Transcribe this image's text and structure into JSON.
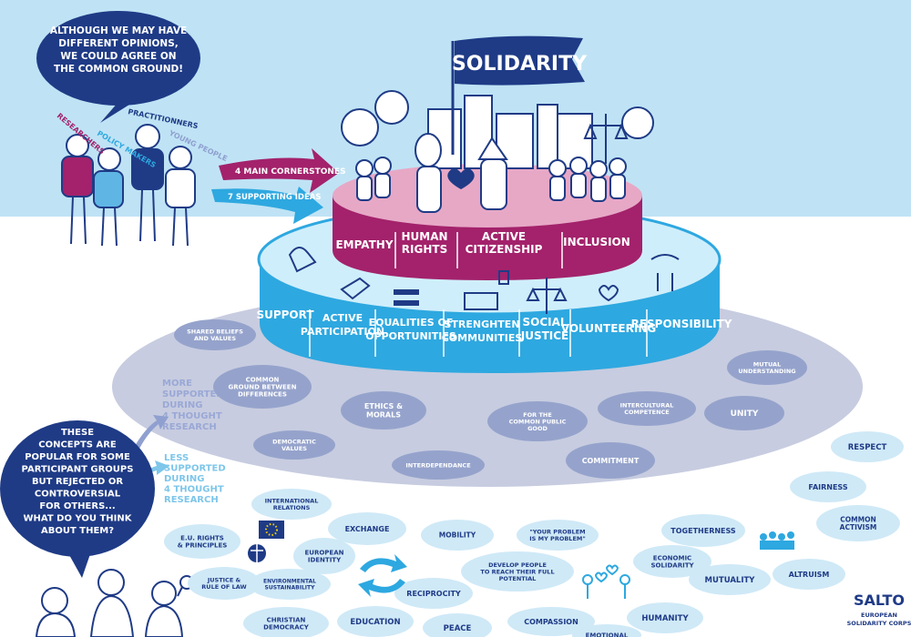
{
  "title": "SOLIDARITY",
  "intro_bubble": {
    "lines": [
      "ALTHOUGH WE MAY HAVE",
      "DIFFERENT OPINIONS,",
      "WE COULD AGREE ON",
      "THE COMMON GROUND!"
    ]
  },
  "people_labels": {
    "researchers": "RESEARCHERS",
    "policy_makers": "POLICY MAKERS",
    "practitioners": "PRACTITIONNERS",
    "young_people": "YOUNG PEOPLE"
  },
  "arrows": {
    "main": "4 MAIN CORNERSTONES",
    "supporting": "7 SUPPORTING IDEAS"
  },
  "cornerstones": [
    {
      "lines": [
        "EMPATHY"
      ]
    },
    {
      "lines": [
        "HUMAN",
        "RIGHTS"
      ]
    },
    {
      "lines": [
        "ACTIVE",
        "CITIZENSHIP"
      ]
    },
    {
      "lines": [
        "INCLUSION"
      ]
    }
  ],
  "supporting": [
    {
      "lines": [
        "SUPPORT"
      ]
    },
    {
      "lines": [
        "ACTIVE",
        "PARTICIPATION"
      ]
    },
    {
      "lines": [
        "EQUALITIES OF",
        "OPPORTUNITIES"
      ]
    },
    {
      "lines": [
        "STRENGHTEN",
        "COMMUNITIES"
      ]
    },
    {
      "lines": [
        "SOCIAL",
        "JUSTICE"
      ]
    },
    {
      "lines": [
        "VOLUNTEERING"
      ]
    },
    {
      "lines": [
        "RESPONSIBILITY"
      ]
    }
  ],
  "more_supported": [
    "MORE",
    "SUPPORTED",
    "DURING",
    "4 THOUGHT",
    "RESEARCH"
  ],
  "less_supported": [
    "LESS",
    "SUPPORTED",
    "DURING",
    "4 THOUGHT",
    "RESEARCH"
  ],
  "question_bubble": {
    "lines": [
      "THESE",
      "CONCEPTS ARE",
      "POPULAR FOR SOME",
      "PARTICIPANT GROUPS",
      "BUT REJECTED OR",
      "CONTROVERSIAL",
      "FOR OTHERS...",
      "WHAT DO YOU THINK",
      "ABOUT THEM?"
    ]
  },
  "dark_ovals": [
    {
      "lines": [
        "SHARED BELIEFS",
        "AND VALUES"
      ]
    },
    {
      "lines": [
        "COMMON",
        "GROUND BETWEEN",
        "DIFFERENCES"
      ]
    },
    {
      "lines": [
        "ETHICS &",
        "MORALS"
      ]
    },
    {
      "lines": [
        "FOR THE",
        "COMMON PUBLIC",
        "GOOD"
      ]
    },
    {
      "lines": [
        "INTERCULTURAL",
        "COMPETENCE"
      ]
    },
    {
      "lines": [
        "MUTUAL",
        "UNDERSTANDING"
      ]
    },
    {
      "lines": [
        "UNITY"
      ]
    },
    {
      "lines": [
        "DEMOCRATIC",
        "VALUES"
      ]
    },
    {
      "lines": [
        "INTERDEPENDANCE"
      ]
    },
    {
      "lines": [
        "COMMITMENT"
      ]
    }
  ],
  "light_ovals": [
    {
      "lines": [
        "RESPECT"
      ]
    },
    {
      "lines": [
        "FAIRNESS"
      ]
    },
    {
      "lines": [
        "COMMON",
        "ACTIVISM"
      ]
    },
    {
      "lines": [
        "INTERNATIONAL",
        "RELATIONS"
      ]
    },
    {
      "lines": [
        "E.U. RIGHTS",
        "& PRINCIPLES"
      ]
    },
    {
      "lines": [
        "EXCHANGE"
      ]
    },
    {
      "lines": [
        "MOBILITY"
      ]
    },
    {
      "lines": [
        "\"YOUR PROBLEM",
        "IS MY PROBLEM\""
      ]
    },
    {
      "lines": [
        "TOGETHERNESS"
      ]
    },
    {
      "lines": [
        "EUROPEAN",
        "IDENTITY"
      ]
    },
    {
      "lines": [
        "DEVELOP PEOPLE",
        "TO REACH THEIR FULL",
        "POTENTIAL"
      ]
    },
    {
      "lines": [
        "ECONOMIC",
        "SOLIDARITY"
      ]
    },
    {
      "lines": [
        "MUTUALITY"
      ]
    },
    {
      "lines": [
        "ALTRUISM"
      ]
    },
    {
      "lines": [
        "JUSTICE &",
        "RULE OF LAW"
      ]
    },
    {
      "lines": [
        "ENVIRONMENTAL",
        "SUSTAINABILITY"
      ]
    },
    {
      "lines": [
        "RECIPROCITY"
      ]
    },
    {
      "lines": [
        "CHRISTIAN",
        "DEMOCRACY"
      ]
    },
    {
      "lines": [
        "EDUCATION"
      ]
    },
    {
      "lines": [
        "PEACE"
      ]
    },
    {
      "lines": [
        "COMPASSION"
      ]
    },
    {
      "lines": [
        "EMOTIONAL"
      ]
    },
    {
      "lines": [
        "HUMANITY"
      ]
    }
  ],
  "logo": {
    "name": "SALTO",
    "sub": [
      "EUROPEAN",
      "SOLIDARITY CORPS"
    ]
  },
  "colors": {
    "sky": "#bfe3f5",
    "navy": "#1f3b86",
    "magenta": "#a3226b",
    "pink": "#e7a8c6",
    "cyan": "#2ea8e0",
    "cyan_top": "#cfeefb",
    "grey_oval": "#c7cce0",
    "dark_oval": "#95a3cc",
    "light_oval": "#cfe9f7"
  }
}
